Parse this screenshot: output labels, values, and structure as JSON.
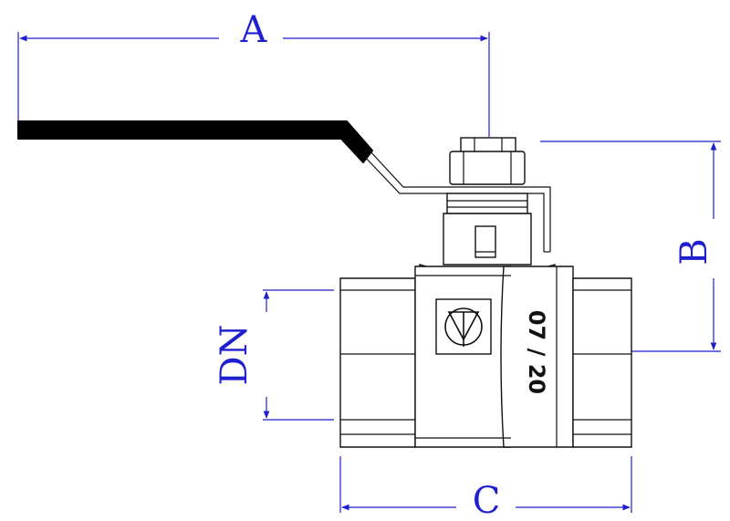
{
  "dimensions": {
    "a_label": "A",
    "b_label": "B",
    "c_label": "C",
    "dn_label": "DN"
  },
  "body_marking": {
    "date_code": "07 / 20",
    "logo": "valve-brand-logo"
  },
  "colors": {
    "dimension_lines": "#1f1fd0",
    "outline": "#111111",
    "handle": "#000000"
  }
}
